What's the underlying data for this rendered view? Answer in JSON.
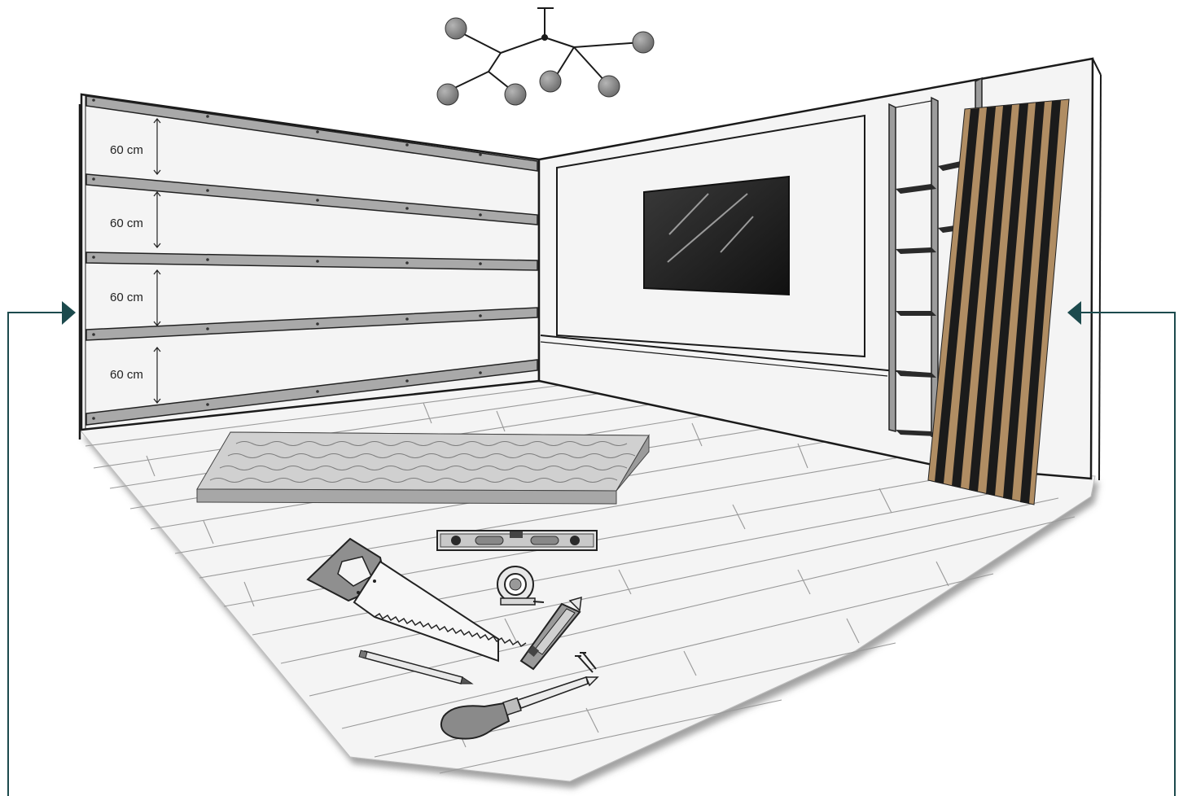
{
  "colors": {
    "ink": "#1a1a1a",
    "wall": "#f2f2f2",
    "floor": "#f4f4f4",
    "floor_line": "#9a9a9a",
    "rail": "#a9a9a9",
    "slat_dark": "#1b1b1b",
    "slat_wood": "#b08d63",
    "pointer": "#1c4a4d",
    "tv": "#1c1c1c",
    "light_globe": "#8a8a8a"
  },
  "wall_spacing": [
    {
      "label": "60 cm"
    },
    {
      "label": "60 cm"
    },
    {
      "label": "60 cm"
    },
    {
      "label": "60 cm"
    }
  ],
  "tools": [
    {
      "icon": "hand-saw-icon"
    },
    {
      "icon": "spirit-level-icon"
    },
    {
      "icon": "tape-measure-icon"
    },
    {
      "icon": "utility-knife-icon"
    },
    {
      "icon": "pencil-icon"
    },
    {
      "icon": "screwdriver-icon"
    },
    {
      "icon": "screws-icon"
    }
  ],
  "pointers": [
    {
      "icon": "arrow-pointer-left-wall-icon"
    },
    {
      "icon": "arrow-pointer-right-wall-icon"
    }
  ]
}
